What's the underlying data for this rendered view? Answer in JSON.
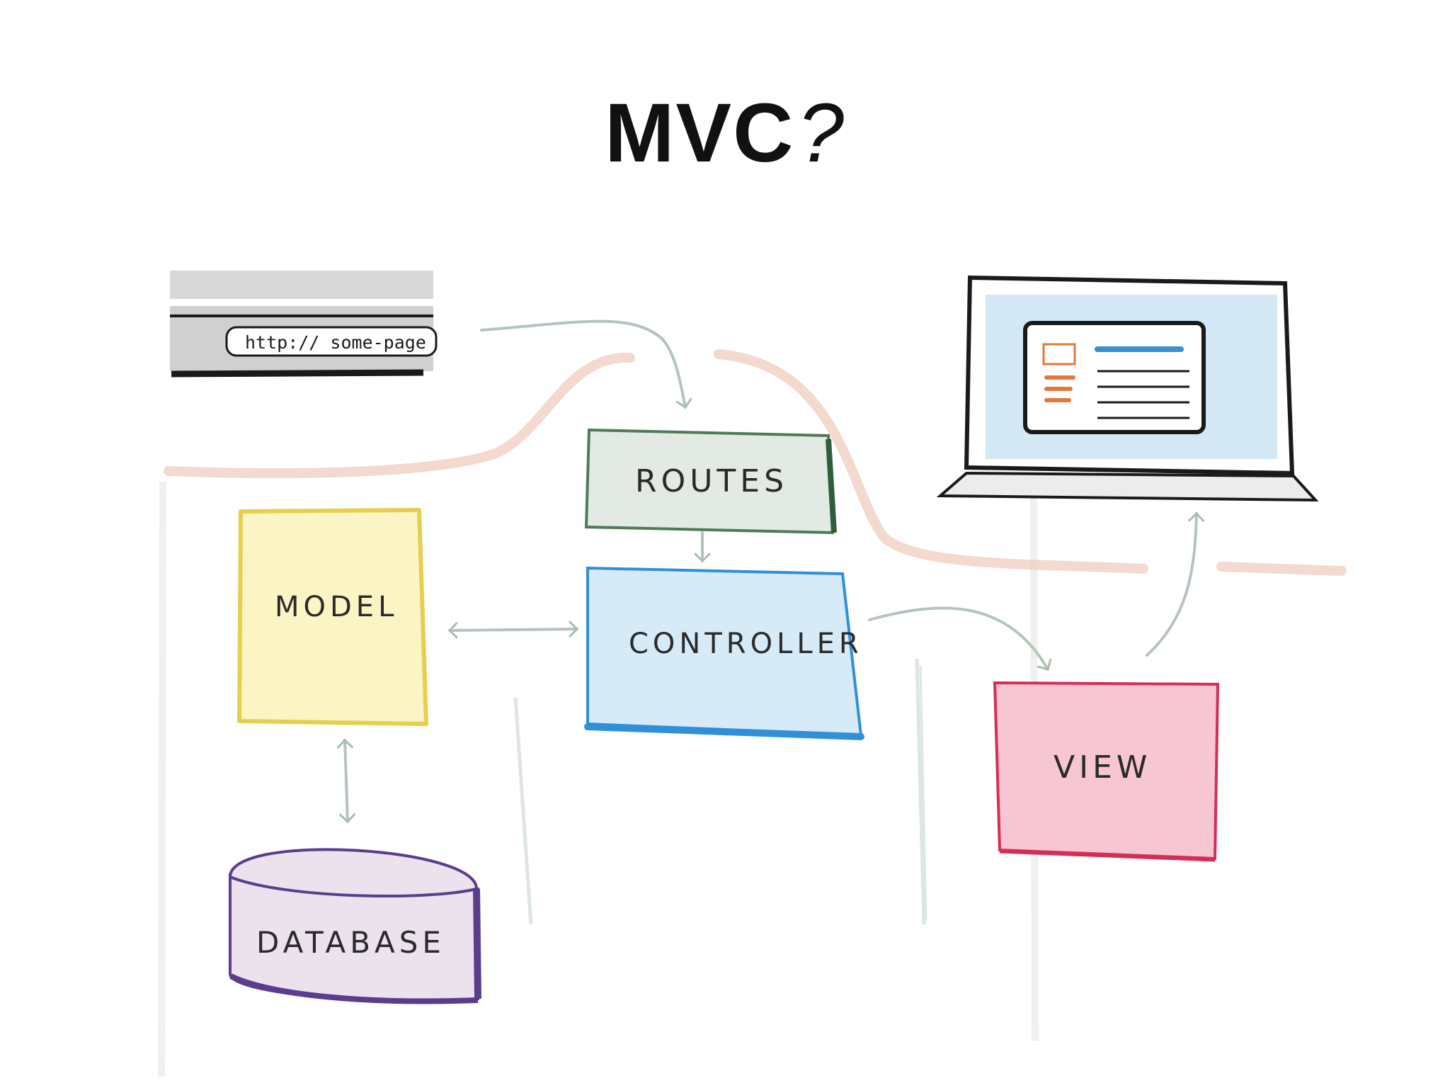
{
  "title": {
    "main": "MVC",
    "suffix": "?"
  },
  "url_bar": {
    "text": "http:// some-page"
  },
  "nodes": {
    "routes": "ROUTES",
    "controller": "CONTROLLER",
    "model": "MODEL",
    "view": "VIEW",
    "database": "DATABASE"
  },
  "colors": {
    "routes_fill": "#e3e9e3",
    "routes_stroke": "#4f7a58",
    "controller_fill": "#d6ebf7",
    "controller_stroke": "#2f8fd8",
    "model_fill": "#fbf4c4",
    "model_stroke": "#e6cf4e",
    "view_fill": "#f7c6d3",
    "view_stroke": "#d62d55",
    "database_fill": "#ece2ee",
    "database_stroke": "#5a3d8f",
    "screen_fill": "#d4e8f6",
    "accent_blue": "#3a8fcf",
    "accent_orange": "#e07a3c",
    "connector": "#b5c4b8",
    "peach_line": "#f0cfc2"
  }
}
